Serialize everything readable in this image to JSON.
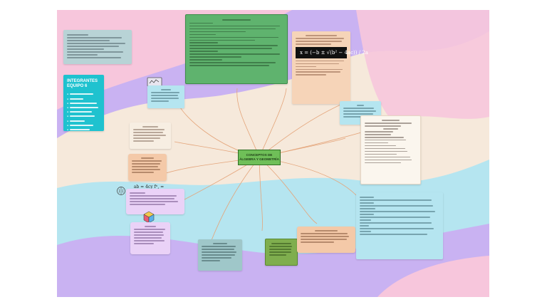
{
  "colors": {
    "pink": "#f7c6dc",
    "lavender": "#c9b2f2",
    "cream": "#f6e9db",
    "light_blue": "#b5e5f0",
    "green": "#5fb36e",
    "teal": "#1fc2cf",
    "link": "#e4a57b"
  },
  "center": {
    "title": "CONCEPTOS DE ÁLGEBRA Y GEOMETRÍA"
  },
  "team": {
    "title": "INTEGRANTES EQUIPO 6"
  },
  "formula": {
    "quadratic": "x = (−b ± √(b² − 4ac)) / 2a",
    "equation": "ab = 4cy  fⁿ, ="
  },
  "icons": {
    "chalkboard": "chalkboard-icon",
    "brain": "brain-icon",
    "cube": "cube-icon"
  }
}
